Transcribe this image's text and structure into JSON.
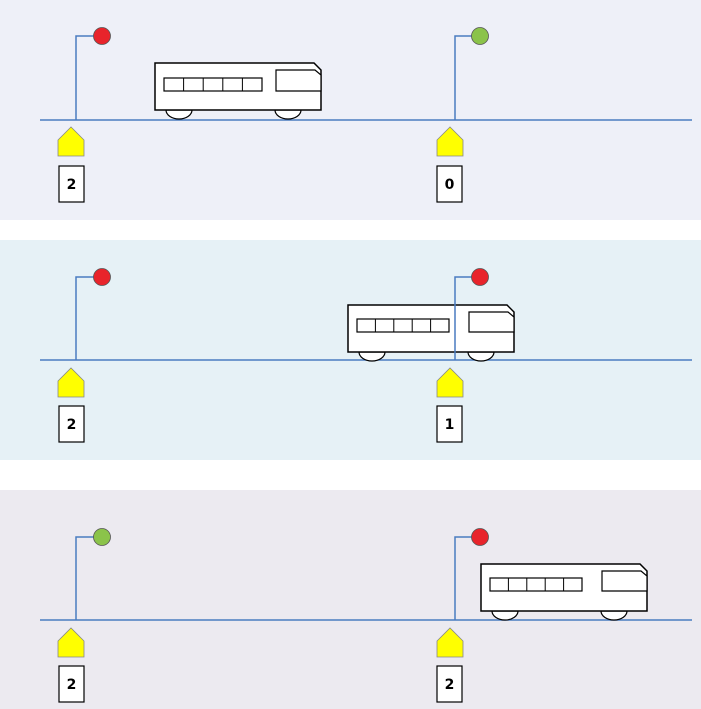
{
  "colors": {
    "track": "#4A7CC0",
    "signal_red": "#E8242B",
    "signal_green": "#8BC34A",
    "sensor_fill": "#FFFF00",
    "panel_1_bg": "#EEF0F8",
    "panel_2_bg": "#E6F1F6",
    "panel_3_bg": "#ECEAF0"
  },
  "panels": [
    {
      "signals": [
        {
          "state": "red",
          "color": "#E8242B"
        },
        {
          "state": "green",
          "color": "#8BC34A"
        }
      ],
      "counters": [
        "2",
        "0"
      ]
    },
    {
      "signals": [
        {
          "state": "red",
          "color": "#E8242B"
        },
        {
          "state": "red",
          "color": "#E8242B"
        }
      ],
      "counters": [
        "2",
        "1"
      ]
    },
    {
      "signals": [
        {
          "state": "green",
          "color": "#8BC34A"
        },
        {
          "state": "red",
          "color": "#E8242B"
        }
      ],
      "counters": [
        "2",
        "2"
      ]
    }
  ]
}
